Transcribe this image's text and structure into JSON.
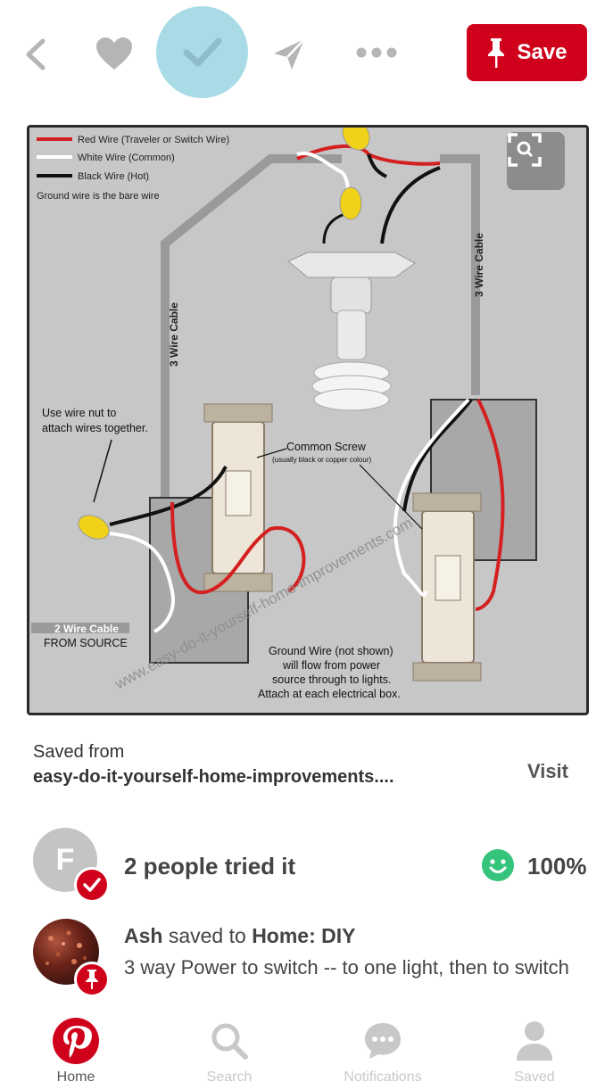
{
  "header": {
    "save_label": "Save",
    "colors": {
      "brand_red": "#d0021b",
      "tried_circle": "#a8dbe6",
      "icon_gray": "#b5b5b5"
    }
  },
  "pin": {
    "diagram": {
      "legend": {
        "red": "Red Wire (Traveler or Switch Wire)",
        "white": "White Wire (Common)",
        "black": "Black Wire (Hot)",
        "ground": "Ground wire is the bare wire"
      },
      "cable_left": "3 Wire Cable",
      "cable_right": "3 Wire Cable",
      "wire_nut_note_1": "Use wire nut to",
      "wire_nut_note_2": "attach wires together.",
      "common_screw": "Common Screw",
      "common_screw_sub": "(usually black or copper colour)",
      "source_cable": "2 Wire Cable",
      "source_label": "FROM SOURCE",
      "ground_1": "Ground Wire (not shown)",
      "ground_2": "will flow from power",
      "ground_3": "source through to lights.",
      "ground_4": "Attach at each electrical box.",
      "watermark": "www.easy-do-it-yourself-home-improvements.com"
    }
  },
  "source": {
    "saved_from": "Saved from",
    "url": "easy-do-it-yourself-home-improvements....",
    "visit_label": "Visit"
  },
  "tried": {
    "avatar_letter": "F",
    "text": "2 people tried it",
    "percent": "100%"
  },
  "saver": {
    "name": "Ash",
    "saved_to": " saved to ",
    "board": "Home: DIY",
    "description": "3 way Power to switch -- to one light, then to switch"
  },
  "nav": {
    "home": "Home",
    "search": "Search",
    "notifications": "Notifications",
    "saved": "Saved"
  }
}
